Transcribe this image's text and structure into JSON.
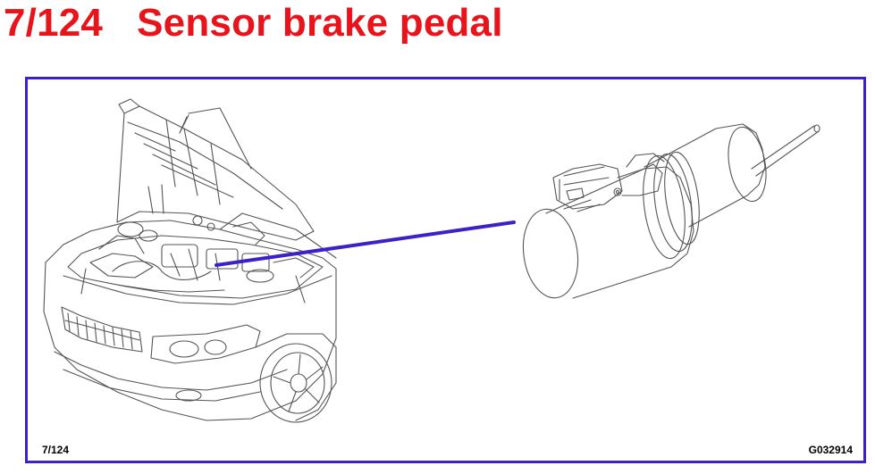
{
  "header": {
    "page_number": "7/124",
    "title": "Sensor brake pedal"
  },
  "footer": {
    "page_ref": "7/124",
    "figure_code": "G032914"
  },
  "colors": {
    "title": "#e8141c",
    "frame_border": "#3a22c8",
    "leader_line": "#3a22c8",
    "line_art": "#555555"
  },
  "illustration": {
    "icons": [
      "car-front-icon",
      "open-hood-icon",
      "engine-bay-icon",
      "brake-pedal-sensor-icon",
      "leader-line"
    ]
  }
}
